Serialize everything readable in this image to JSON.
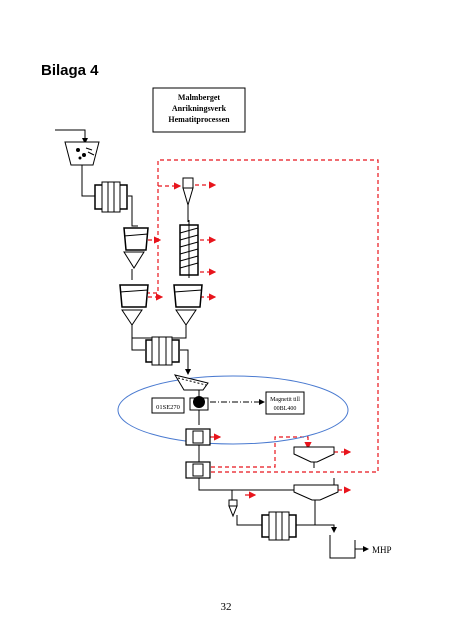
{
  "page": {
    "title": "Bilaga 4",
    "page_number": "32"
  },
  "header_box": {
    "line1": "Malmberget",
    "line2": "Anrikningsverk",
    "line3": "Hematitprocessen"
  },
  "labels": {
    "tag_left": "01SE270",
    "magnetit_line1": "Magnetit till",
    "magnetit_line2": "00BL400",
    "product": "MHP"
  },
  "colors": {
    "process_line": "#000000",
    "recycle_line": "#e8141c",
    "ellipse": "#4a7ad0"
  }
}
